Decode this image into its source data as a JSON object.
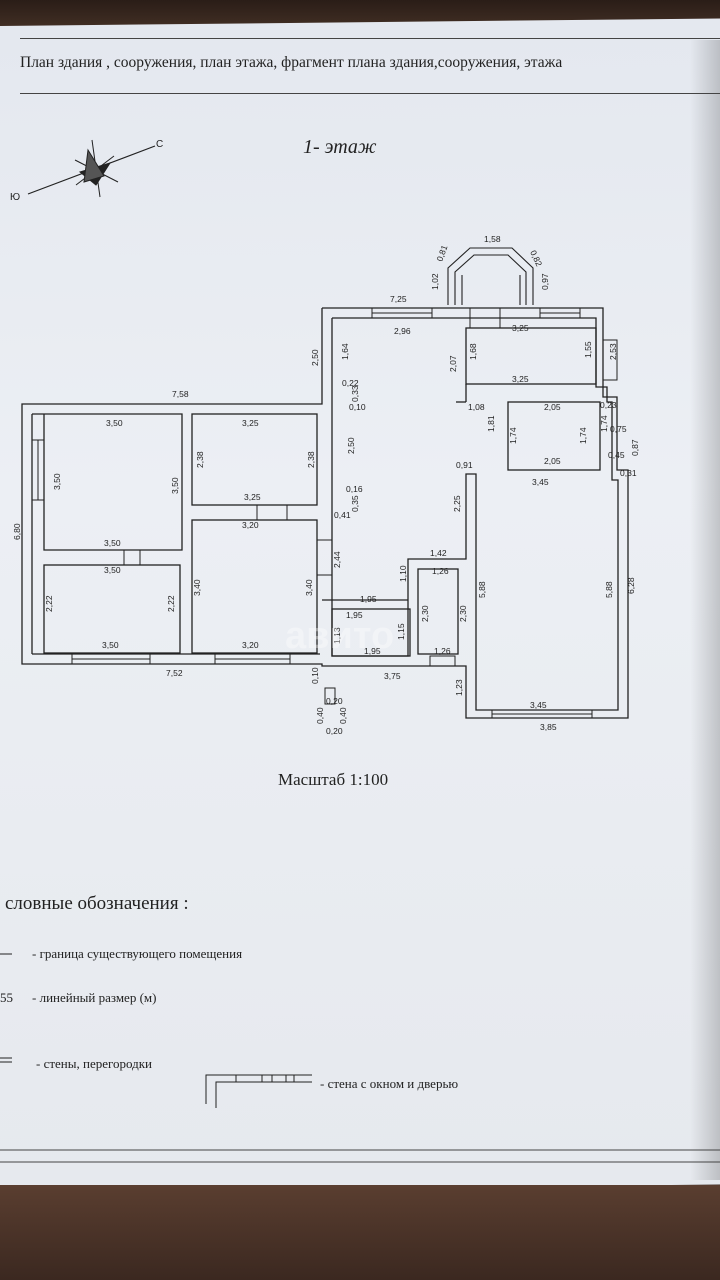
{
  "header": {
    "text": "План здания , сооружения, план этажа, фрагмент плана здания,сооружения, этажа"
  },
  "plan": {
    "title": "1- этаж",
    "scale": "Масштаб 1:100",
    "compass": {
      "north": "С",
      "south": "Ю"
    }
  },
  "dimensions": {
    "d725": "7,25",
    "d158": "1,58",
    "d081": "0,81",
    "d082": "0,82",
    "d102": "1,02",
    "d097": "0,97",
    "d296": "2,96",
    "d325a": "3,25",
    "d253": "2,53",
    "d250a": "2,50",
    "d164": "1,64",
    "d207": "2,07",
    "d168": "1,68",
    "d155": "1,55",
    "d325b": "3,25",
    "d022": "0,22",
    "d033": "0,33",
    "d010": "0,10",
    "d758": "7,58",
    "d108": "1,08",
    "d205a": "2,05",
    "d023": "0,23",
    "d181": "1,81",
    "d174a": "1,74",
    "d174b": "1,74",
    "d174c": "1,74",
    "d075": "0,75",
    "d087": "0,87",
    "d045": "0,45",
    "d031": "0,31",
    "d350a": "3,50",
    "d325c": "3,25",
    "d238a": "2,38",
    "d238b": "2,38",
    "d250b": "2,50",
    "d091": "0,91",
    "d205b": "2,05",
    "d345a": "3,45",
    "d350b": "3,50",
    "d350c": "3,50",
    "d325d": "3,25",
    "d016": "0,16",
    "d035": "0,35",
    "d320a": "3,20",
    "d041": "0,41",
    "d225": "2,25",
    "d680": "6,80",
    "d350d": "3,50",
    "d350e": "3,50",
    "d244": "2,44",
    "d142": "1,42",
    "d126a": "1,26",
    "d110": "1,10",
    "d222a": "2,22",
    "d222b": "2,22",
    "d340a": "3,40",
    "d340b": "3,40",
    "d195a": "1,95",
    "d195b": "1,95",
    "d588a": "5,88",
    "d588b": "5,88",
    "d628": "6,28",
    "d230a": "2,30",
    "d230b": "2,30",
    "d113": "1,13",
    "d115": "1,15",
    "d350f": "3,50",
    "d320b": "3,20",
    "d195c": "1,95",
    "d126b": "1,26",
    "d752": "7,52",
    "d375": "3,75",
    "d010b": "0,10",
    "d123": "1,23",
    "d345b": "3,45",
    "d385": "3,85",
    "d020a": "0,20",
    "d040a": "0,40",
    "d040b": "0,40",
    "d020b": "0,20"
  },
  "legend": {
    "title": "словные обозначения :",
    "boundary": "- граница существующего помещения",
    "linear_sample": "55",
    "linear": "- линейный размер (м)",
    "walls": "- стены, перегородки",
    "window_door": "- стена с окном и дверью"
  },
  "watermark": "авито"
}
